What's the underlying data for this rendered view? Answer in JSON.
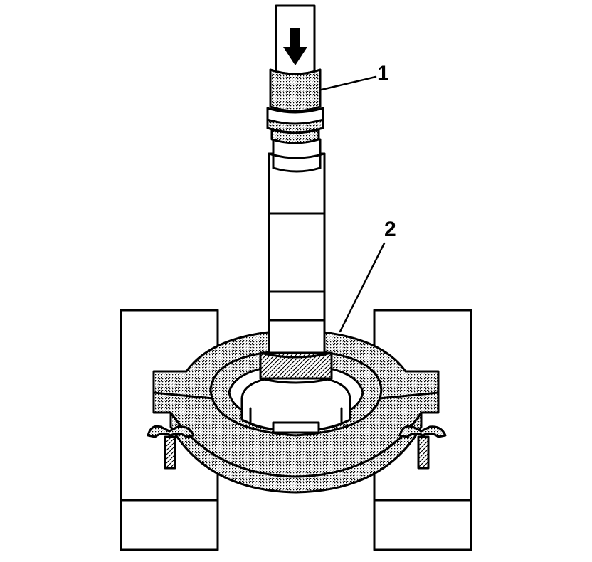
{
  "diagram": {
    "callouts": [
      {
        "id": "1",
        "label": "1"
      },
      {
        "id": "2",
        "label": "2"
      }
    ],
    "colors": {
      "line": "#000000",
      "background": "#ffffff",
      "shading": "#bdbdbd"
    },
    "icons": {
      "press_direction": "down-arrow-icon"
    }
  }
}
